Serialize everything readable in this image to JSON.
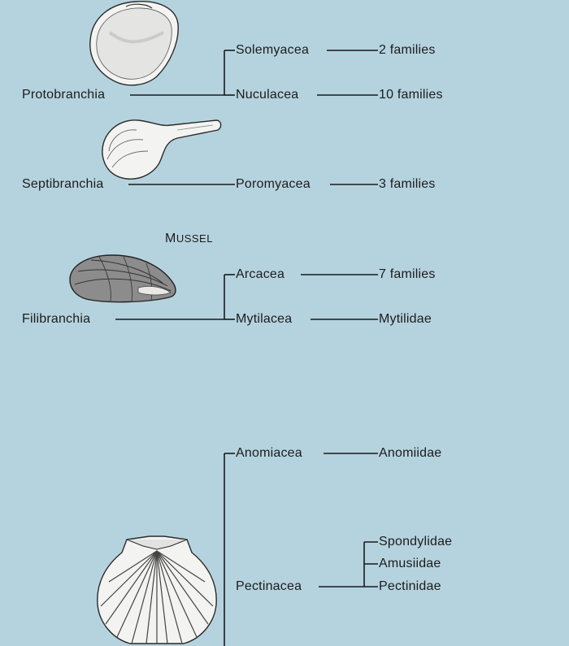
{
  "groups": {
    "protobranchia": "Protobranchia",
    "septibranchia": "Septibranchia",
    "filibranchia": "Filibranchia"
  },
  "superfamilies": {
    "solemyacea": "Solemyacea",
    "nuculacea": "Nuculacea",
    "poromyacea": "Poromyacea",
    "arcacea": "Arcacea",
    "mytilacea": "Mytilacea",
    "anomiacea": "Anomiacea",
    "pectinacea": "Pectinacea"
  },
  "families": {
    "solemyacea": "2 families",
    "nuculacea": "10 families",
    "poromyacea": "3 families",
    "arcacea": "7 families",
    "mytilacea": "Mytilidae",
    "anomiacea": "Anomiidae",
    "spondylidae": "Spondylidae",
    "amusiidae": "Amusiidae",
    "pectinidae": "Pectinidae"
  },
  "captions": {
    "mussel_initial": "M",
    "mussel_rest": "USSEL"
  },
  "colors": {
    "background": "#b5d3df",
    "line": "#1a1a1a",
    "shell_fill": "#f2f2f0",
    "shell_stroke": "#2a2a2a"
  },
  "icons": {
    "nut_clam": "nut-clam-shell-icon",
    "dipper_clam": "dipper-clam-shell-icon",
    "mussel": "mussel-shell-icon",
    "scallop": "scallop-shell-icon"
  }
}
